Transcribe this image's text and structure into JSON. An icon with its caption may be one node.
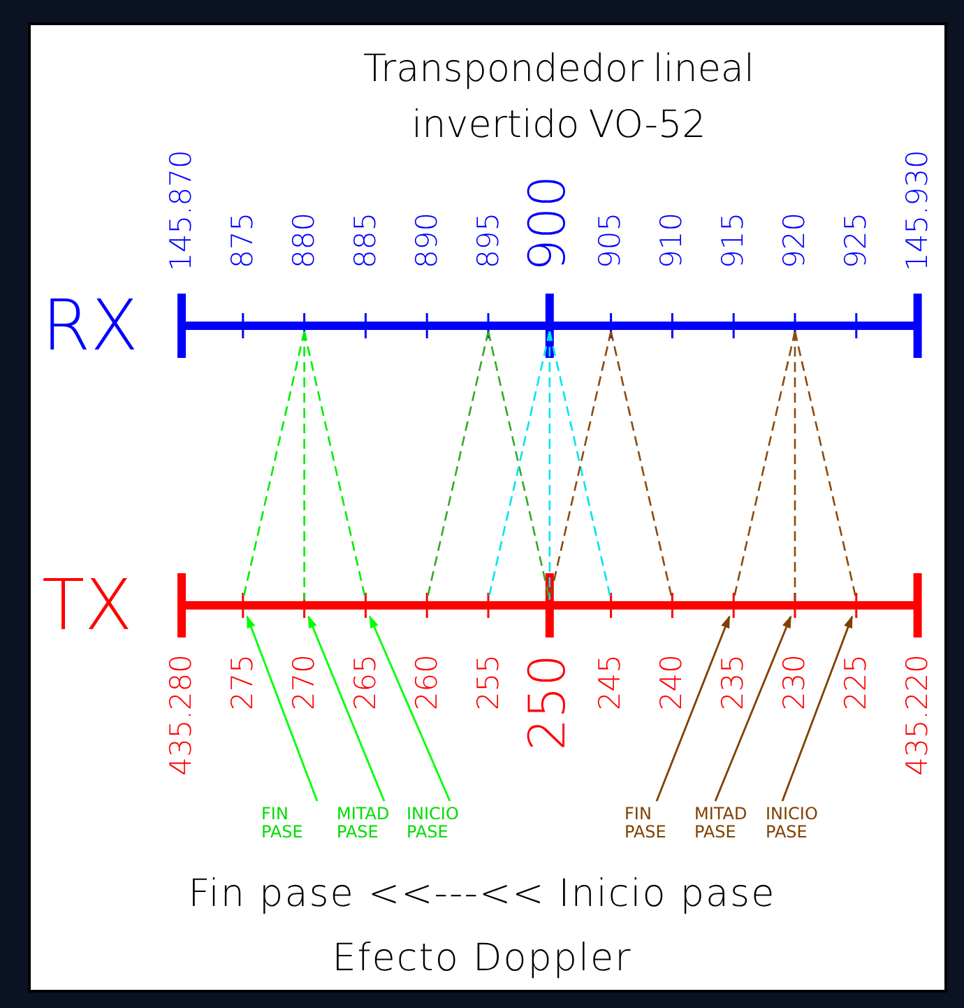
{
  "diagram": {
    "title": "Transpondedor lineal invertido VO-52",
    "caption": "Efecto Doppler",
    "nodes": [
      {
        "text": [
          "FIN PASE"
        ]
      },
      {
        "text": [
          "MITAD PASE"
        ]
      },
      {
        "text": [
          "INICIO PASE"
        ]
      },
      {
        "text": [
          "FIN PASE"
        ]
      },
      {
        "text": [
          "MITAD PASE"
        ]
      },
      {
        "text": [
          "INICIO PASE"
        ]
      }
    ],
    "edges": [
      {
        "from": 0,
        "to": null,
        "arrow": "to",
        "color": "#00ff00"
      },
      {
        "from": 1,
        "to": null,
        "arrow": "to",
        "color": "#00ff00"
      },
      {
        "from": 2,
        "to": null,
        "arrow": "to",
        "color": "#00ff00"
      },
      {
        "from": 3,
        "to": null,
        "arrow": "to",
        "color": "#804000"
      },
      {
        "from": 4,
        "to": null,
        "arrow": "to",
        "color": "#804000"
      },
      {
        "from": 5,
        "to": null,
        "arrow": "to",
        "color": "#804000"
      }
    ],
    "labels": [
      "145.870",
      "875",
      "880",
      "885",
      "890",
      "895",
      "900",
      "905",
      "910",
      "915",
      "920",
      "925",
      "145.930",
      "RX",
      "TX",
      "435.280",
      "275",
      "270",
      "265",
      "260",
      "255",
      "250",
      "245",
      "240",
      "235",
      "230",
      "225",
      "435.220",
      "Fin pase <<---<< Inicio pase"
    ]
  }
}
